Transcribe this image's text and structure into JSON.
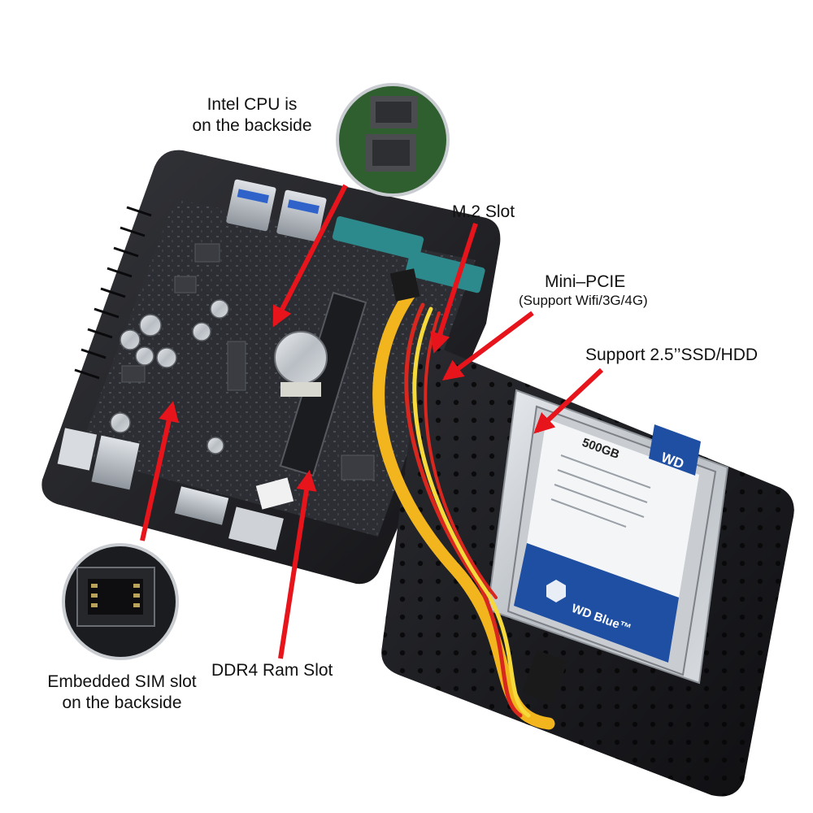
{
  "labels": {
    "cpu_line1": "Intel CPU is",
    "cpu_line2": "on the backside",
    "m2": "M.2 Slot",
    "minipcie": "Mini–PCIE",
    "minipcie_sub": "(Support Wifi/3G/4G)",
    "storage": "Support 2.5’’SSD/HDD",
    "sim_line1": "Embedded SIM slot",
    "sim_line2": "on the backside",
    "ddr4": "DDR4 Ram Slot"
  },
  "hdd": {
    "brand": "WD",
    "capacity": "500GB",
    "model_badge": "WD Blue™"
  },
  "colors": {
    "arrow": "#e8141c",
    "chassis": "#1e1e22",
    "board": "#2b2d31",
    "sata_cable": "#f2b51e",
    "wd_blue": "#1f4fa3"
  }
}
